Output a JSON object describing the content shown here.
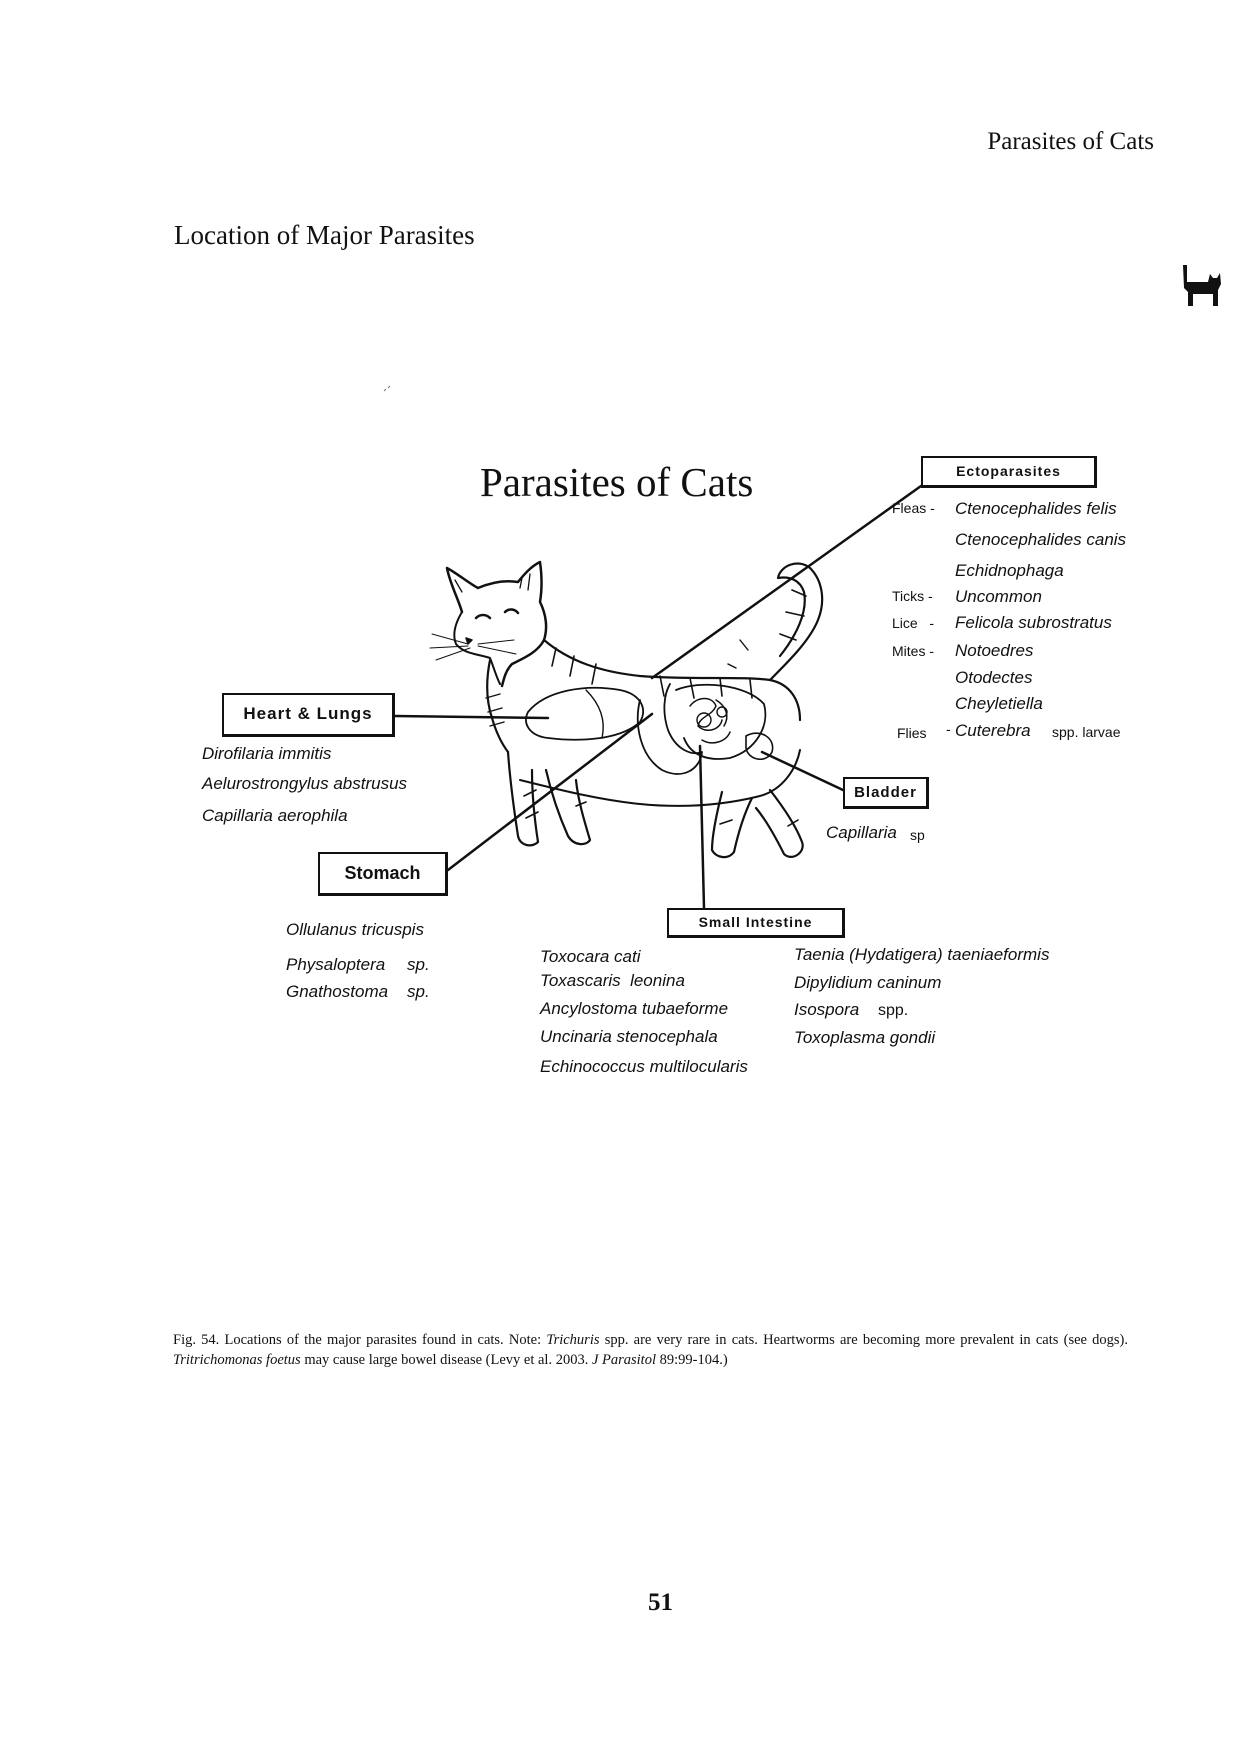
{
  "header": {
    "running_head": "Parasites of Cats"
  },
  "section": {
    "title": "Location of Major Parasites"
  },
  "icons": {
    "thumb_tab": "cat-silhouette-icon"
  },
  "diagram": {
    "title": "Parasites of Cats",
    "ectoparasites": {
      "box_label": "Ectoparasites",
      "fleas_label": "Fleas -",
      "fleas": [
        "Ctenocephalides felis",
        "Ctenocephalides canis",
        "Echidnophaga"
      ],
      "ticks_label": "Ticks -",
      "ticks": "Uncommon",
      "lice_label": "Lice   -",
      "lice": "Felicola subrostratus",
      "mites_label": "Mites -",
      "mites": [
        "Notoedres",
        "Otodectes",
        "Cheyletiella"
      ],
      "flies_label": "Flies",
      "flies_dash": "-",
      "flies_genus": "Cuterebra",
      "flies_note": "spp. larvae"
    },
    "heart_lungs": {
      "box_label": "Heart & Lungs",
      "species": [
        "Dirofilaria immitis",
        "Aelurostrongylus abstrusus",
        "Capillaria aerophila"
      ]
    },
    "bladder": {
      "box_label": "Bladder",
      "species_genus": "Capillaria",
      "species_note": "sp"
    },
    "stomach": {
      "box_label": "Stomach",
      "species": [
        {
          "genus": "Ollulanus tricuspis",
          "note": ""
        },
        {
          "genus": "Physaloptera",
          "note": "sp."
        },
        {
          "genus": "Gnathostoma",
          "note": "sp."
        }
      ]
    },
    "small_intestine": {
      "box_label": "Small Intestine",
      "col1": [
        "Toxocara cati",
        "Toxascaris  leonina",
        "Ancylostoma tubaeforme",
        "Uncinaria stenocephala",
        "Echinococcus multilocularis"
      ],
      "col2": [
        {
          "genus": "Taenia (Hydatigera) taeniaeformis",
          "note": ""
        },
        {
          "genus": "Dipylidium caninum",
          "note": ""
        },
        {
          "genus": "Isospora",
          "note": "spp."
        },
        {
          "genus": "Toxoplasma gondii",
          "note": ""
        }
      ]
    }
  },
  "caption": {
    "prefix": "Fig. 54. Locations of the major parasites found in cats. Note: ",
    "em1": "Trichuris",
    "mid1": " spp. are very rare in cats. Heartworms are becoming more prevalent in cats (see dogs). ",
    "em2": "Tritrichomonas foetus",
    "mid2": " may cause large bowel disease (Levy et al. 2003. ",
    "em3": "J Parasitol",
    "suffix": " 89:99-104.)"
  },
  "footer": {
    "page_number": "51"
  },
  "colors": {
    "ink": "#111111",
    "paper": "#ffffff"
  }
}
